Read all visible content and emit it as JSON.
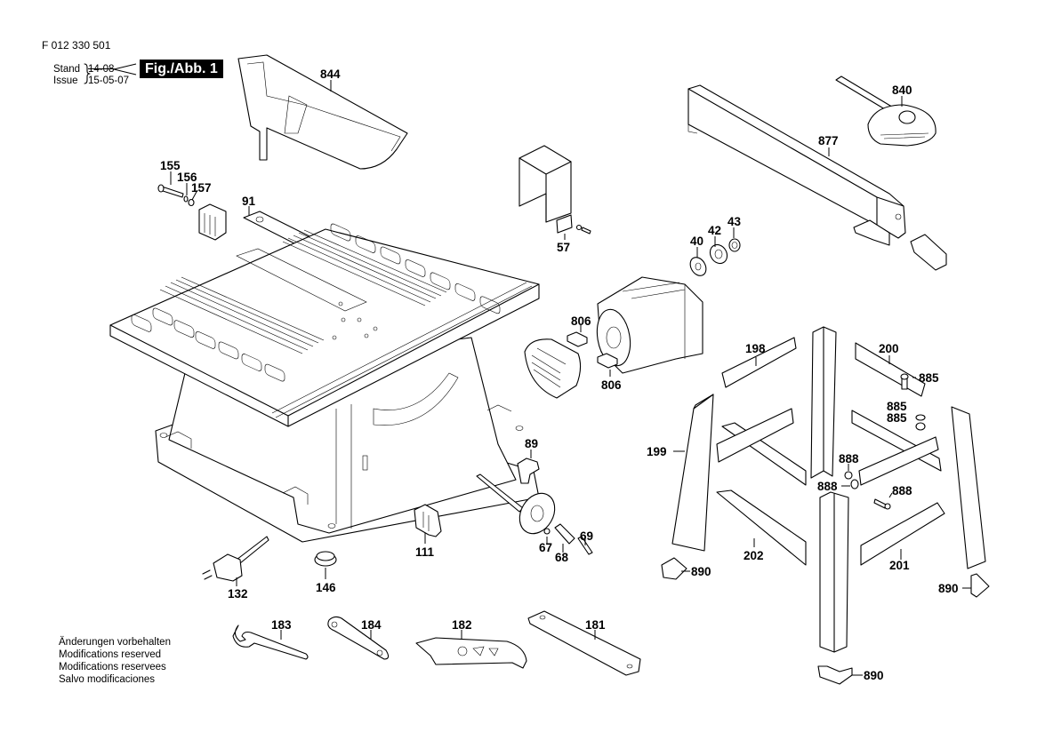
{
  "header": {
    "document_number": "F 012 330 501",
    "stand_label": "Stand",
    "issue_label": "Issue",
    "stand_date": "14-08",
    "issue_date": "15-05-07",
    "figure_label": "Fig./Abb. 1"
  },
  "footer": {
    "lines": [
      "Änderungen vorbehalten",
      "Modifications reserved",
      "Modifications reservees",
      "Salvo modificaciones"
    ]
  },
  "parts": {
    "p844": "844",
    "p155": "155",
    "p156": "156",
    "p157": "157",
    "p91": "91",
    "p57": "57",
    "p40": "40",
    "p42": "42",
    "p43": "43",
    "p840": "840",
    "p877": "877",
    "p806a": "806",
    "p806b": "806",
    "p198": "198",
    "p200": "200",
    "p885a": "885",
    "p885b": "885",
    "p885c": "885",
    "p199": "199",
    "p888a": "888",
    "p888b": "888",
    "p888c": "888",
    "p89": "89",
    "p111": "111",
    "p67": "67",
    "p68": "68",
    "p69": "69",
    "p132": "132",
    "p146": "146",
    "p202": "202",
    "p201": "201",
    "p890a": "890",
    "p890b": "890",
    "p890c": "890",
    "p183": "183",
    "p184": "184",
    "p182": "182",
    "p181": "181"
  }
}
